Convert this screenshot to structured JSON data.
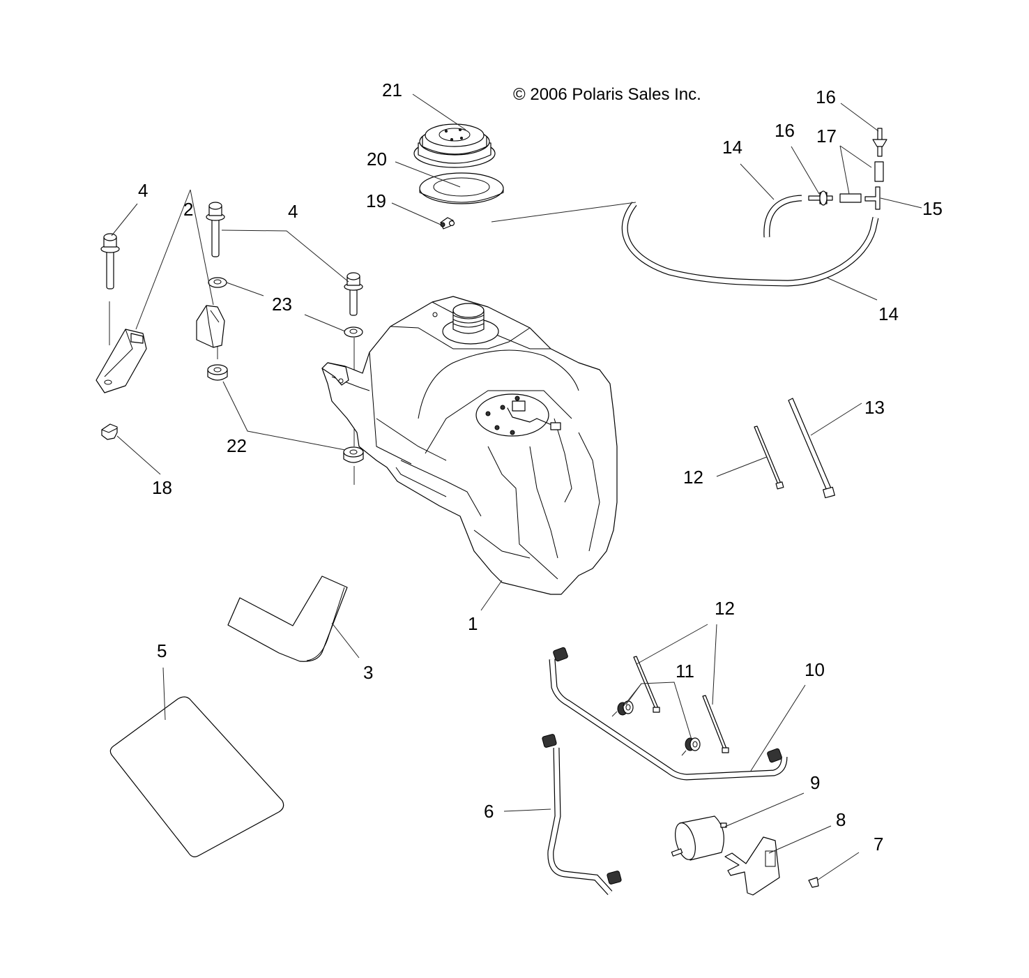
{
  "copyright": "© 2006 Polaris Sales Inc.",
  "callouts": {
    "c1": "1",
    "c2": "2",
    "c3": "3",
    "c4a": "4",
    "c4b": "4",
    "c5": "5",
    "c6": "6",
    "c7": "7",
    "c8": "8",
    "c9": "9",
    "c10": "10",
    "c11": "11",
    "c12a": "12",
    "c12b": "12",
    "c13": "13",
    "c14a": "14",
    "c14b": "14",
    "c15": "15",
    "c16a": "16",
    "c16b": "16",
    "c17": "17",
    "c18": "18",
    "c19": "19",
    "c20": "20",
    "c21": "21",
    "c22": "22",
    "c23": "23"
  },
  "parts": [
    {
      "ref": "1",
      "name": "fuel-tank"
    },
    {
      "ref": "2",
      "name": "mounting-bracket"
    },
    {
      "ref": "3",
      "name": "foam-strip-bent"
    },
    {
      "ref": "4",
      "name": "flange-bolt"
    },
    {
      "ref": "5",
      "name": "foam-pad"
    },
    {
      "ref": "6",
      "name": "fuel-line"
    },
    {
      "ref": "7",
      "name": "push-rivet"
    },
    {
      "ref": "8",
      "name": "filter-bracket"
    },
    {
      "ref": "9",
      "name": "fuel-filter"
    },
    {
      "ref": "10",
      "name": "fuel-line"
    },
    {
      "ref": "11",
      "name": "grommet"
    },
    {
      "ref": "12",
      "name": "cable-tie"
    },
    {
      "ref": "13",
      "name": "cable-tie-long"
    },
    {
      "ref": "14",
      "name": "vent-hose"
    },
    {
      "ref": "15",
      "name": "tee-fitting"
    },
    {
      "ref": "16",
      "name": "check-valve"
    },
    {
      "ref": "17",
      "name": "hose-sleeve"
    },
    {
      "ref": "18",
      "name": "nut"
    },
    {
      "ref": "19",
      "name": "vent-fitting"
    },
    {
      "ref": "20",
      "name": "cap-gasket"
    },
    {
      "ref": "21",
      "name": "fuel-cap"
    },
    {
      "ref": "22",
      "name": "spacer"
    },
    {
      "ref": "23",
      "name": "washer"
    }
  ]
}
